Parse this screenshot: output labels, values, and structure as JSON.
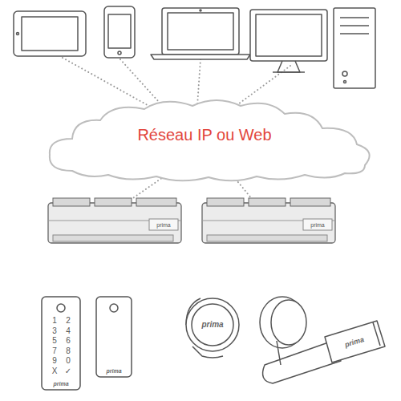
{
  "diagram": {
    "nodes": [
      {
        "text": [
          "Réseau IP ou Web"
        ]
      },
      {
        "text": [
          "prima"
        ]
      },
      {
        "text": [
          "prima"
        ]
      }
    ],
    "edges": [
      {
        "from": 0,
        "to": 1,
        "arrow": "none"
      },
      {
        "from": 0,
        "to": 2,
        "arrow": "none"
      }
    ],
    "labels": [
      "1",
      "2",
      "3",
      "4",
      "5",
      "6",
      "7",
      "8",
      "9",
      "0",
      "X",
      "✓",
      "prima",
      "prima",
      "prima",
      "prima"
    ]
  }
}
